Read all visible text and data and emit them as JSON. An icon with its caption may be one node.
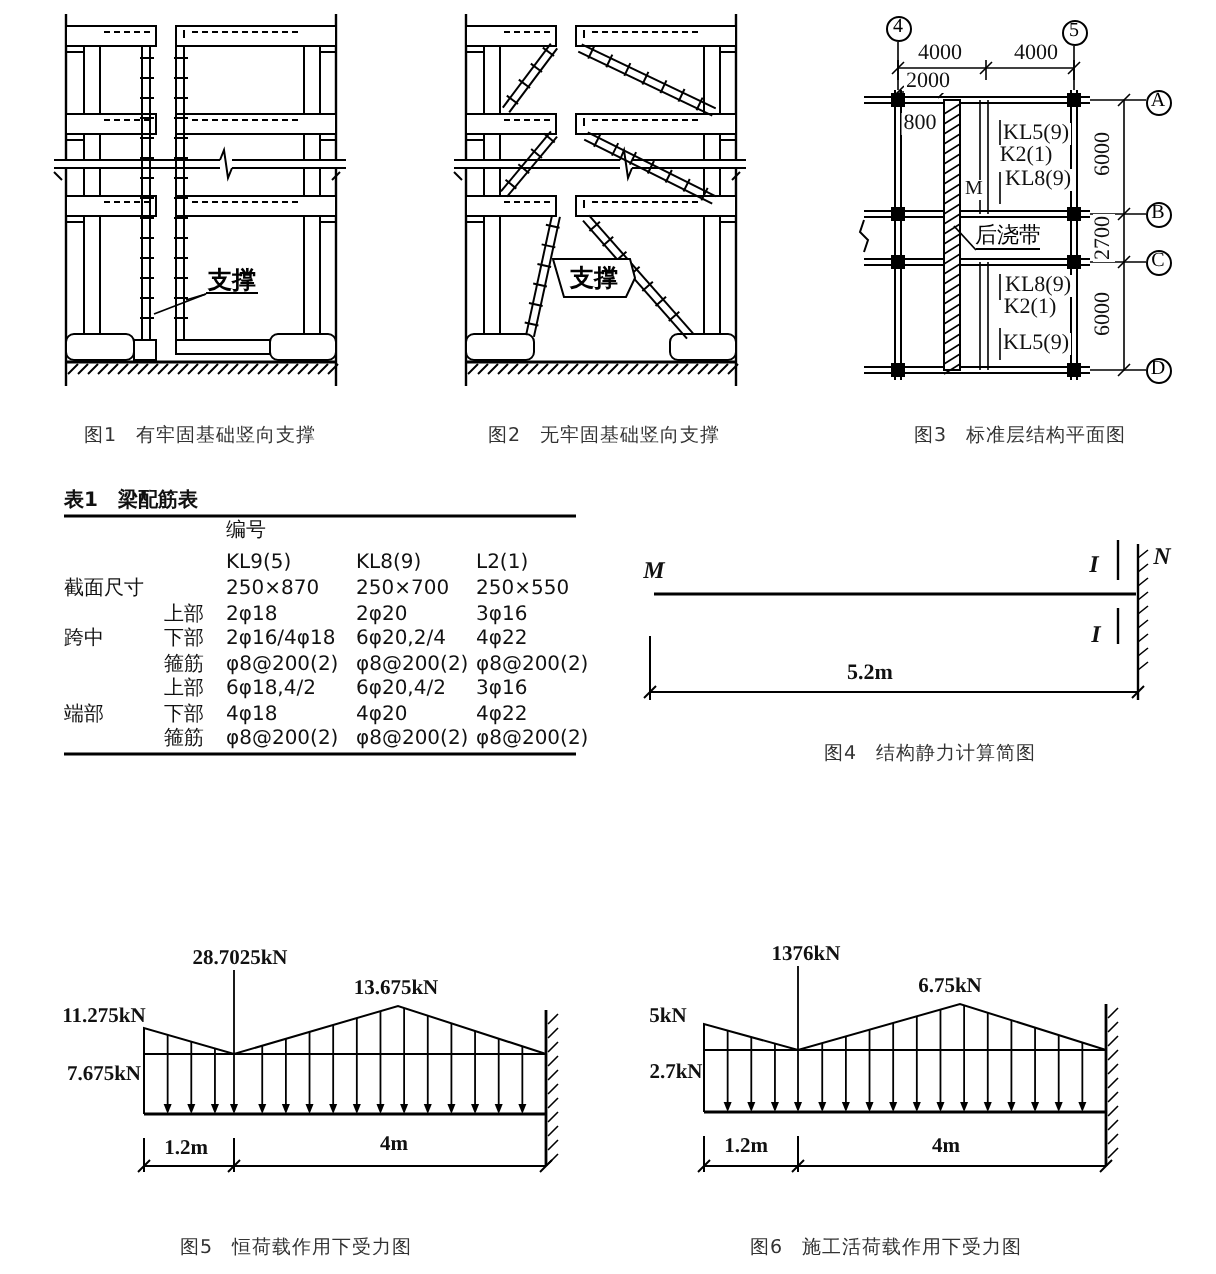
{
  "diagram": {
    "nodes": [
      {
        "text": [
          "支撑"
        ]
      },
      {
        "text": [
          "支撑"
        ]
      },
      {
        "text": [
          "4"
        ]
      },
      {
        "text": [
          "5"
        ]
      },
      {
        "text": [
          "A"
        ]
      },
      {
        "text": [
          "B"
        ]
      },
      {
        "text": [
          "C"
        ]
      },
      {
        "text": [
          "D"
        ]
      },
      {
        "text": [
          "后浇带"
        ]
      }
    ],
    "edges": [
      {
        "from": 0,
        "to": null,
        "arrow": "none"
      },
      {
        "from": 0,
        "to": null,
        "arrow": "none"
      },
      {
        "from": 8,
        "to": null,
        "arrow": "none"
      }
    ],
    "labels": [
      "图1　有牢固基础竖向支撑",
      "图2　无牢固基础竖向支撑",
      "4000",
      "4000",
      "2000",
      "800",
      "KL5(9)",
      "6000",
      "K2(1)",
      "KL8(9)",
      "M",
      "2700",
      "KL8(9)",
      "K2(1)",
      "6000",
      "KL5(9)",
      "图3　标准层结构平面图",
      "表1　梁配筋表",
      "编号",
      "KL9(5)",
      "KL8(9)",
      "L2(1)",
      "截面尺寸",
      "250×870",
      "250×700",
      "250×550",
      "上部",
      "2φ18",
      "2φ20",
      "3φ16",
      "跨中",
      "下部",
      "2φ16/4φ18",
      "6φ20,2/4",
      "4φ22",
      "箍筋",
      "φ8@200(2)",
      "φ8@200(2)",
      "φ8@200(2)",
      "上部",
      "6φ18,4/2",
      "6φ20,4/2",
      "3φ16",
      "端部",
      "下部",
      "4φ18",
      "4φ20",
      "4φ22",
      "箍筋",
      "φ8@200(2)",
      "φ8@200(2)",
      "φ8@200(2)",
      "M",
      "I",
      "N",
      "I",
      "5.2m",
      "图4　结构静力计算简图",
      "28.7025kN",
      "13.675kN",
      "11.275kN",
      "7.675kN",
      "1.2m",
      "4m",
      "1376kN",
      "6.75kN",
      "5kN",
      "2.7kN",
      "1.2m",
      "4m",
      "图5　恒荷载作用下受力图",
      "图6　施工活荷载作用下受力图"
    ]
  }
}
